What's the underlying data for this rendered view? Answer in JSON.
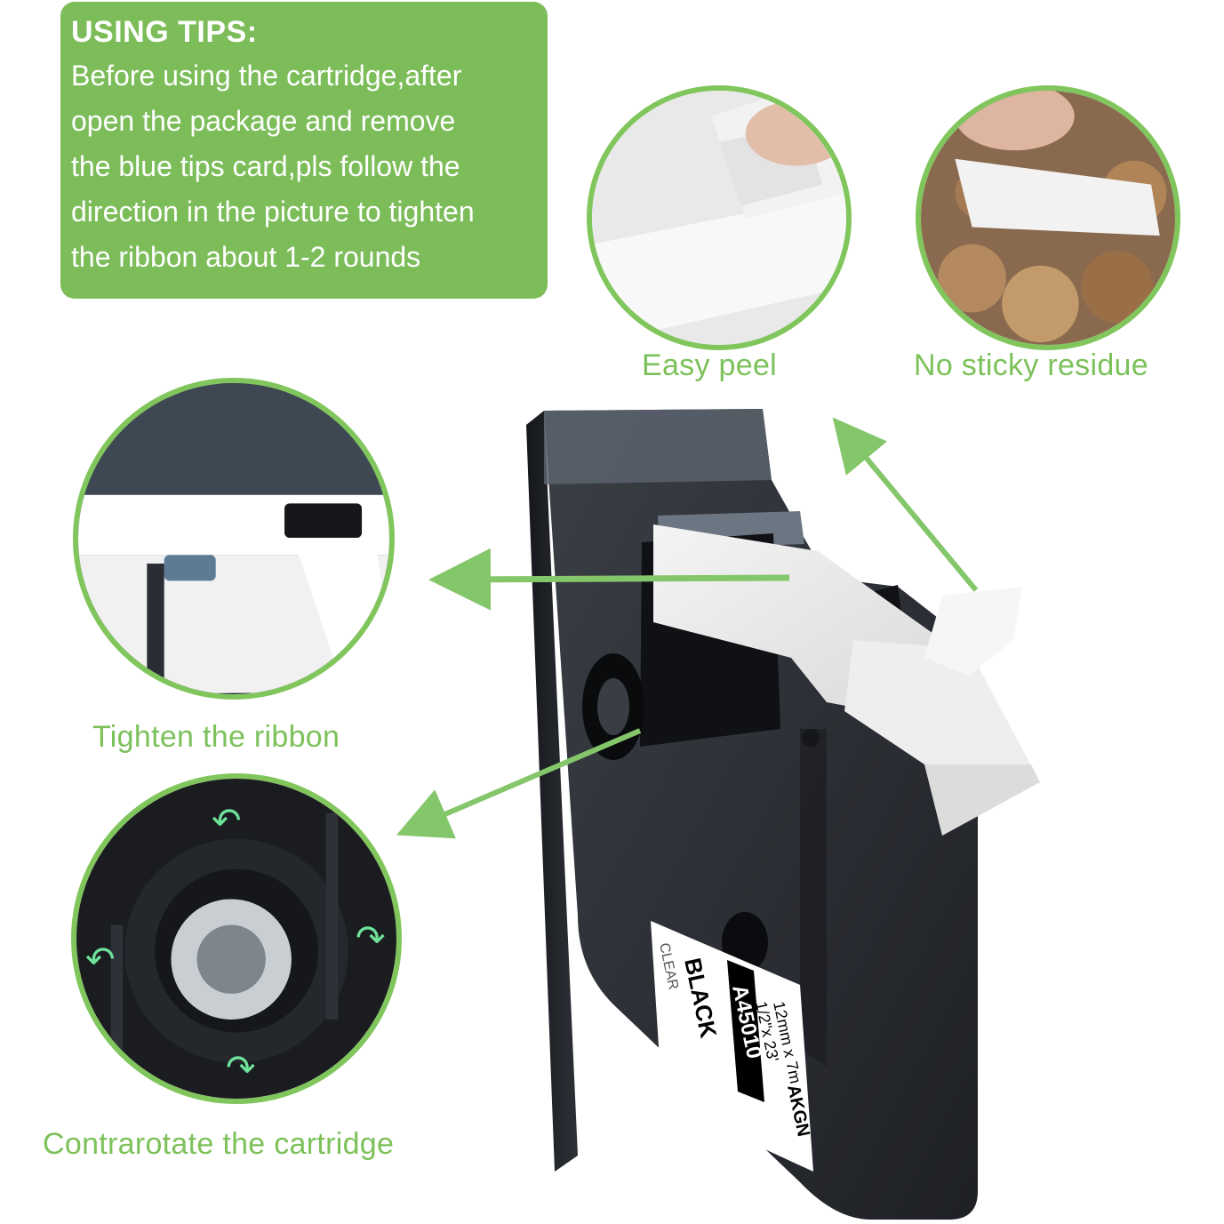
{
  "tips": {
    "title": "USING TIPS:",
    "lines": [
      "Before using the cartridge,after",
      "open the package and remove",
      "the blue tips card,pls follow the",
      "direction in the picture to tighten",
      "the ribbon about 1-2 rounds"
    ]
  },
  "captions": {
    "easy_peel": "Easy peel",
    "no_residue": "No sticky residue",
    "tighten": "Tighten the ribbon",
    "contrarotate": "Contrarotate the cartridge"
  },
  "cartridge_label": {
    "brand": "AKGN",
    "size_metric": "12mm x 7m",
    "size_imperial": "1/2\"x 23'",
    "model": "A45010",
    "color": "BLACK",
    "tape": "CLEAR"
  },
  "icons": [
    "rotate-arrow-icon",
    "pointer-arrow-icon"
  ],
  "colors": {
    "accent_green": "#7cbd5a",
    "caption_green": "#7cc15a",
    "ring_green": "#80c65c",
    "arrow_green": "#84c66a",
    "cartridge_black": "#2a2d33"
  }
}
